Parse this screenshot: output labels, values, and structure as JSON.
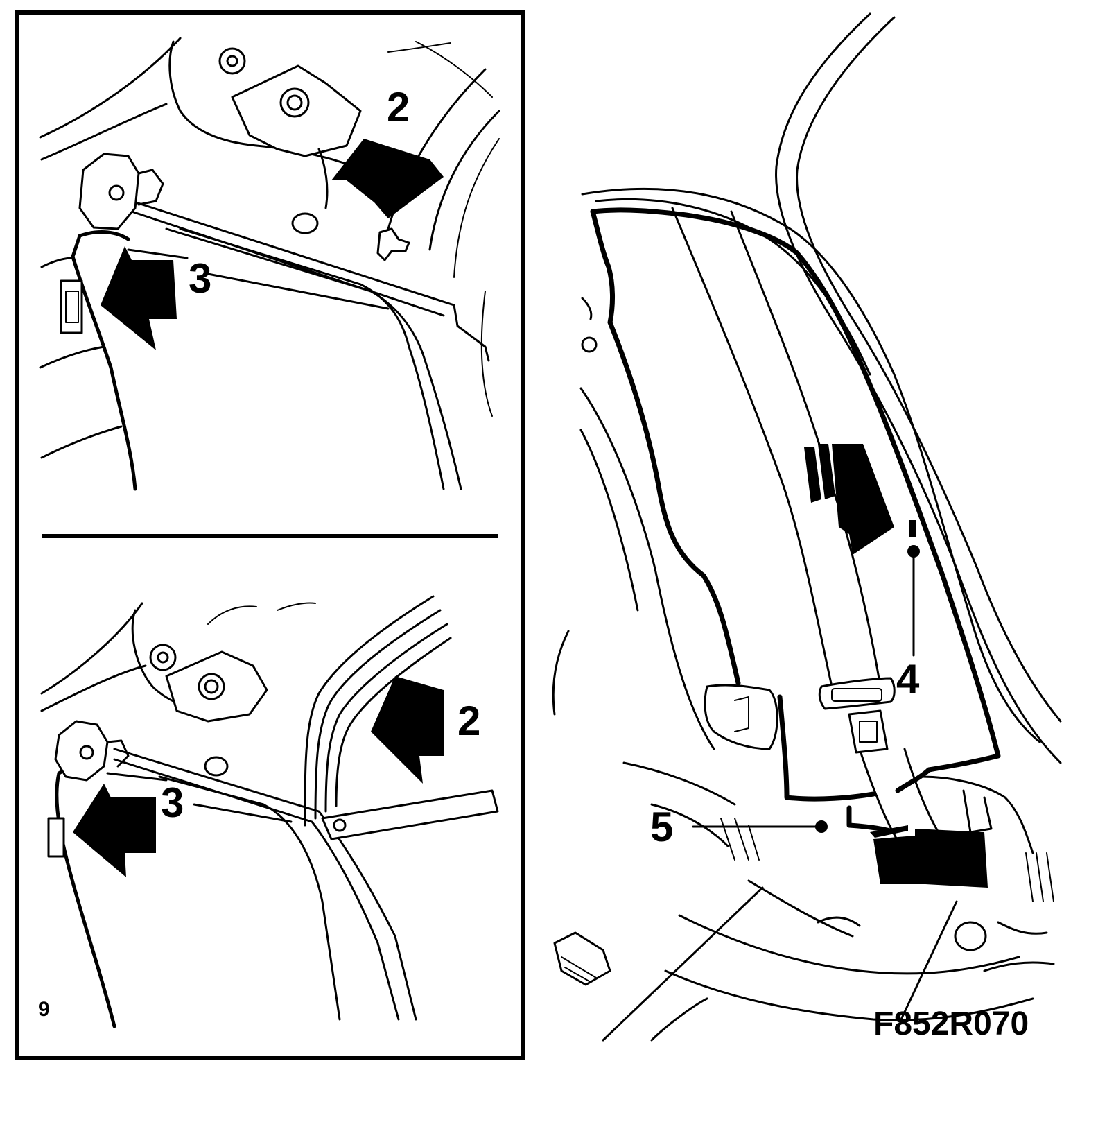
{
  "figure": {
    "code": "F852R070",
    "panel_mark": "9"
  },
  "callouts": {
    "top_panel": [
      "2",
      "3"
    ],
    "bottom_panel": [
      "2",
      "3"
    ],
    "right_panel": [
      "4",
      "5"
    ]
  },
  "colors": {
    "ink": "#000000",
    "paper": "#ffffff"
  }
}
